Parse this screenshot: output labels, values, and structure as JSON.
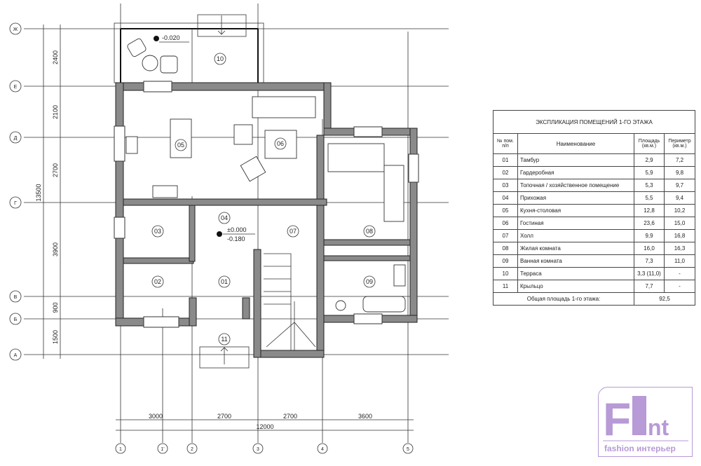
{
  "plan": {
    "axes_rows": [
      "Ж",
      "Е",
      "Д",
      "Г",
      "В",
      "Б",
      "А"
    ],
    "axes_cols": [
      "1",
      "1'",
      "2",
      "3",
      "4",
      "5"
    ],
    "dims_left": [
      "2400",
      "2100",
      "2700",
      "3900",
      "900",
      "1500"
    ],
    "dim_left_total": "13500",
    "dims_bottom": [
      "3000",
      "2700",
      "2700",
      "3600"
    ],
    "dim_bottom_total": "12000",
    "rooms": [
      "10",
      "05",
      "06",
      "04",
      "03",
      "07",
      "08",
      "02",
      "01",
      "09",
      "11"
    ],
    "level_terrace": "-0.020",
    "level_main": "±0.000",
    "level_ground": "-0.180"
  },
  "table": {
    "title": "ЭКСПЛИКАЦИЯ ПОМЕЩЕНИЙ 1-ГО ЭТАЖА",
    "headers": [
      "№ пом. п/п",
      "Наименование",
      "Площадь (кв.м.)",
      "Периметр (кв.м.)"
    ],
    "rows": [
      [
        "01",
        "Тамбур",
        "2,9",
        "7,2"
      ],
      [
        "02",
        "Гардеробная",
        "5,9",
        "9,8"
      ],
      [
        "03",
        "Топочная / хозяйственное помещение",
        "5,3",
        "9,7"
      ],
      [
        "04",
        "Прихожая",
        "5,5",
        "9,4"
      ],
      [
        "05",
        "Кухня-столовая",
        "12,8",
        "10,2"
      ],
      [
        "06",
        "Гостиная",
        "23,6",
        "15,0"
      ],
      [
        "07",
        "Холл",
        "9,9",
        "16,8"
      ],
      [
        "08",
        "Жилая комната",
        "16,0",
        "16,3"
      ],
      [
        "09",
        "Ванная комната",
        "7,3",
        "11,0"
      ],
      [
        "10",
        "Терраса",
        "3,3 (11,0)",
        "-"
      ],
      [
        "11",
        "Крыльцо",
        "7,7",
        "-"
      ]
    ],
    "total_label": "Общая площадь 1-го этажа:",
    "total_value": "92,5"
  },
  "logo": {
    "brand": "Flint",
    "tagline": "fashion интерьер",
    "color": "#b79ad6"
  }
}
